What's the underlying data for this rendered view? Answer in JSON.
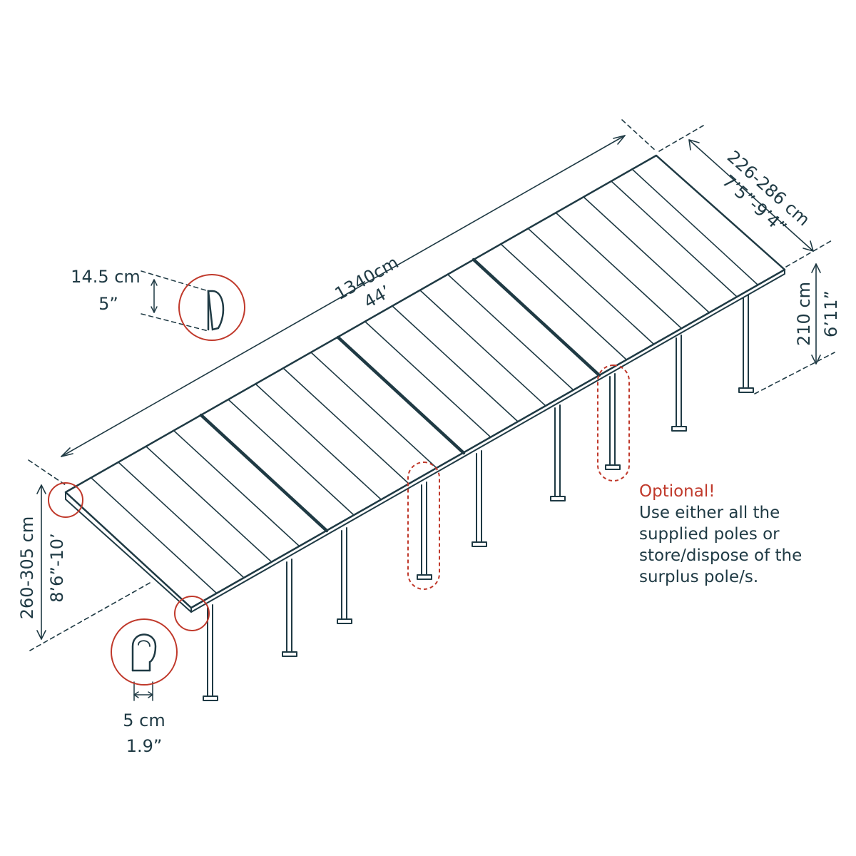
{
  "length": {
    "metric": "1340cm",
    "imperial": "44’"
  },
  "depth": {
    "metric": "226-286 cm",
    "imperial": "7’5”-9’4”"
  },
  "back_height": {
    "metric": "210 cm",
    "imperial": "6’11”"
  },
  "front_height": {
    "metric": "260-305 cm",
    "imperial": "8’6”-10’"
  },
  "gutter_detail": {
    "metric": "14.5 cm",
    "imperial": "5”"
  },
  "post_detail": {
    "metric": "5 cm",
    "imperial": "1.9”"
  },
  "note": {
    "title": "Optional!",
    "line1": "Use either all the",
    "line2": "supplied poles or",
    "line3": "store/dispose of the",
    "line4": "surplus pole/s."
  },
  "colors": {
    "line": "#1f3a44",
    "accent": "#c0392b"
  }
}
